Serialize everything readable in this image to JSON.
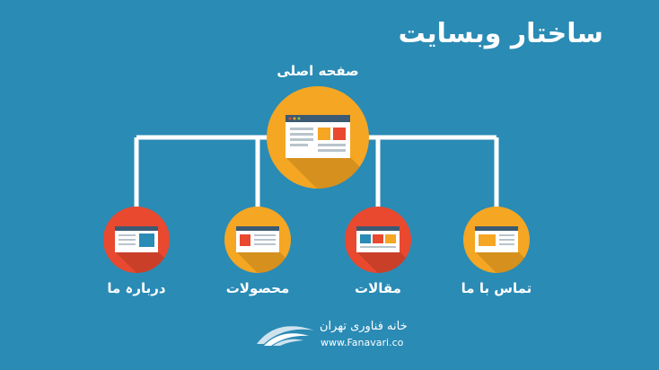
{
  "title": "ساختار وبسایت",
  "root": {
    "label": "صفحه اصلی"
  },
  "children": [
    {
      "label": "دربارہ ما"
    },
    {
      "label": "محصولات"
    },
    {
      "label": "مقالات"
    },
    {
      "label": "تماس با ما"
    }
  ],
  "brand": {
    "name": "خانه فناوری تهران",
    "url": "www.Fanavari.co"
  },
  "colors": {
    "background": "#2a8bb5",
    "orange": "#f5a623",
    "red": "#e8492f",
    "connector": "#ffffff"
  }
}
